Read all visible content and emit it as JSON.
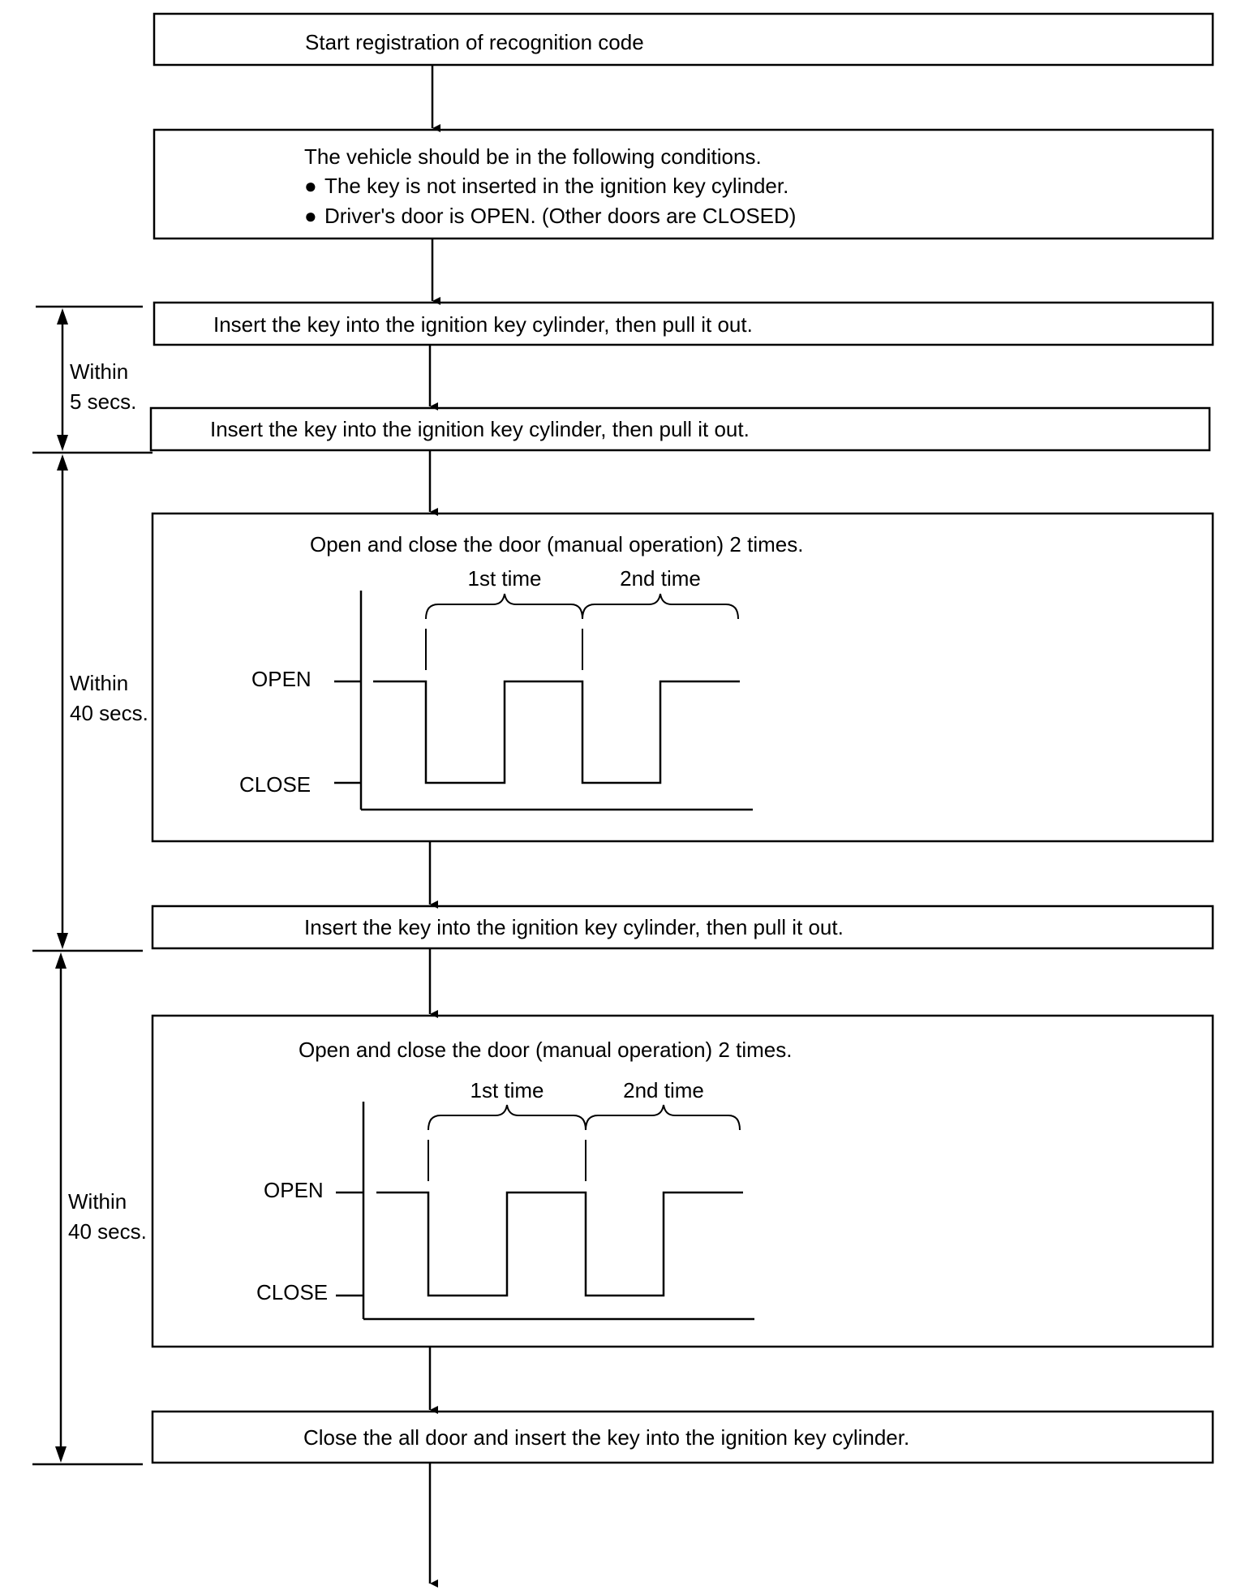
{
  "steps": {
    "start": "Start registration of recognition code",
    "conditions_title": "The vehicle should be in the following conditions.",
    "condition_1": "The key is not inserted in the ignition key cylinder.",
    "condition_2": "Driver's door is OPEN. (Other doors are CLOSED)",
    "insert_1": "Insert the key into the ignition key cylinder, then pull it out.",
    "insert_2": "Insert the key into the ignition key cylinder, then pull it out.",
    "insert_3": "Insert the key into the ignition key cylinder, then pull it out.",
    "close_all": "Close the all door and insert the key into the ignition key cylinder."
  },
  "bullet_glyph": "●",
  "timing_1": {
    "title": "Open and close the door (manual operation) 2 times.",
    "first": "1st time",
    "second": "2nd time",
    "open": "OPEN",
    "close": "CLOSE"
  },
  "timing_2": {
    "title": "Open and close the door (manual operation) 2 times.",
    "first": "1st time",
    "second": "2nd time",
    "open": "OPEN",
    "close": "CLOSE"
  },
  "intervals": {
    "i1_line1": "Within",
    "i1_line2": "5 secs.",
    "i2_line1": "Within",
    "i2_line2": "40 secs.",
    "i3_line1": "Within",
    "i3_line2": "40 secs."
  }
}
